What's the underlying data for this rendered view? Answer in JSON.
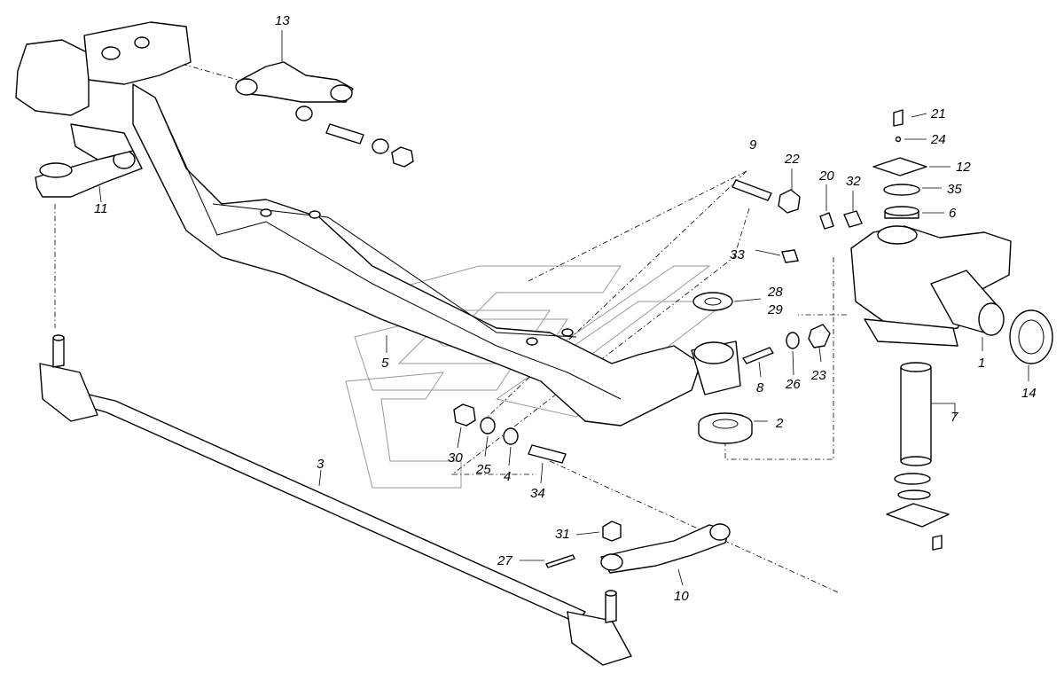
{
  "callouts": {
    "c1": "1",
    "c2": "2",
    "c3": "3",
    "c4": "4",
    "c5": "5",
    "c6": "6",
    "c7": "7",
    "c8": "8",
    "c9": "9",
    "c10": "10",
    "c11": "11",
    "c12": "12",
    "c13": "13",
    "c14": "14",
    "c20": "20",
    "c21": "21",
    "c22": "22",
    "c23": "23",
    "c24": "24",
    "c25": "25",
    "c26": "26",
    "c27": "27",
    "c28": "28",
    "c29": "29",
    "c30": "30",
    "c31": "31",
    "c32": "32",
    "c33": "33",
    "c34": "34",
    "c35": "35"
  }
}
